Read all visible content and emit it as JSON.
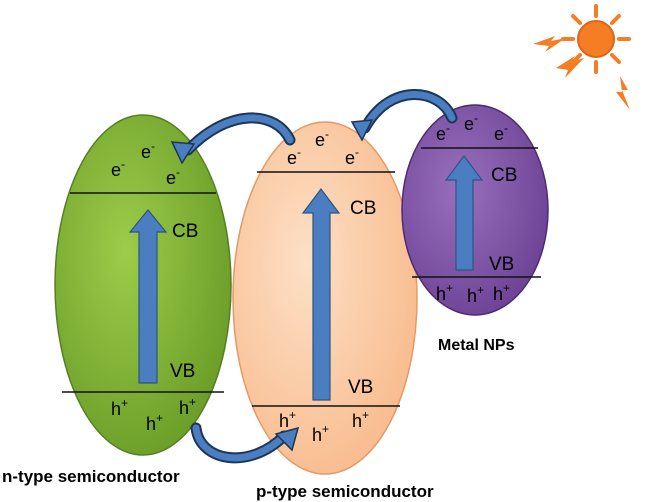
{
  "electron": "e",
  "electron_sup": "-",
  "hole": "h",
  "hole_sup": "+",
  "n_type": {
    "label": "n-type semiconductor",
    "cb": "CB",
    "vb": "VB",
    "fill": "#7aab32"
  },
  "p_type": {
    "label": "p-type semiconductor",
    "cb": "CB",
    "vb": "VB",
    "fill": "#fbc9a2"
  },
  "metal": {
    "label": "Metal NPs",
    "cb": "CB",
    "vb": "VB",
    "fill": "#7a4ea0"
  },
  "arrow_color": "#4a7ec0",
  "sun_color": "#f57d24",
  "sun_icon": "sun-icon",
  "lightning_icon": "lightning-bolt-icon"
}
